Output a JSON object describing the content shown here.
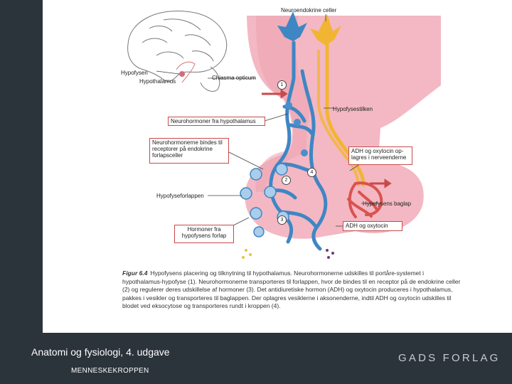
{
  "figure": {
    "labels": {
      "neuroendocrine_cells": "Neuroendokrine celler",
      "hypophysis": "Hypofysen",
      "hypothalamus": "Hypothalamus",
      "optic_chiasm": "Chiasma opticum",
      "pituitary_stalk": "Hypofysestilken",
      "neurohormones": "Neurohormoner fra hypothalamus",
      "neurohormones_bind": "Neurohormonerne bindes til receptorer på endokrine forlapsceller",
      "adh_oxytocin_stored": "ADH og oxytocin op-lagres i nerveenderne",
      "anterior_lobe": "Hypofyseforlappen",
      "posterior_lobe": "Hypofysens baglap",
      "adh_oxytocin": "ADH og oxytocin",
      "anterior_hormones": "Hormoner fra hypofysens forlap"
    },
    "markers": [
      "1",
      "2",
      "3",
      "4"
    ],
    "caption": {
      "label": "Figur 6.4",
      "text": "Hypofysens placering og tilknytning til hypothalamus. Neurohormonerne udskilles til portåre-systemet i hypothalamus-hypofyse (1). Neurohormonerne transporteres til forlappen, hvor de bindes til en receptor på de endokrine celler (2) og regulerer deres udskillelse af hormoner (3). Det antidiuretiske hormon (ADH) og oxytocin produceres i hypothalamus, pakkes i vesikler og transporteres til baglappen. Der oplagres vesiklerne i aksonenderne, indtil ADH og oxytocin udskilles til blodet ved eksocytose og transporteres rundt i kroppen (4)."
    }
  },
  "footer": {
    "book_title": "Anatomi og fysiologi, 4. udgave",
    "book_subtitle": "MENNESKEKROPPEN",
    "publisher": "GADS FORLAG"
  },
  "colors": {
    "background": "#2b333b",
    "tissue": "#f3b8c3",
    "capillary": "#3f86c4",
    "neuron_yellow": "#f2b533",
    "posterior_red": "#d9534f",
    "label_border": "#c84a4a"
  }
}
